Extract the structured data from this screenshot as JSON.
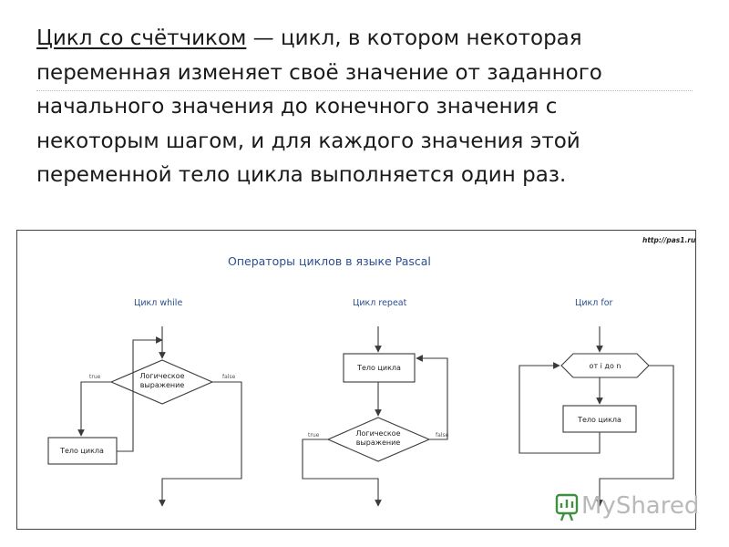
{
  "definition": {
    "term": "Цикл со счётчиком",
    "line1_rest": " — цикл, в котором некоторая",
    "line2": "переменная изменяет своё значение от заданного",
    "line3": "начального значения до конечного значения с",
    "line4": "некоторым шагом, и для каждого значения этой",
    "line5": "переменной тело цикла выполняется один раз."
  },
  "figure": {
    "title": "Операторы циклов в языке Pascal",
    "url": "http://pas1.ru",
    "while": {
      "title": "Цикл while",
      "condition_line1": "Логическое",
      "condition_line2": "выражение",
      "true_label": "true",
      "false_label": "false",
      "body": "Тело цикла"
    },
    "repeat": {
      "title": "Цикл repeat",
      "body": "Тело цикла",
      "condition_line1": "Логическое",
      "condition_line2": "выражение",
      "true_label": "true",
      "false_label": "false"
    },
    "for": {
      "title": "Цикл for",
      "header": "от i до n",
      "body": "Тело цикла"
    }
  },
  "watermark": {
    "text": "MyShared",
    "colors": {
      "icon": "#3e8f3e",
      "text": "#b9b9b9"
    }
  }
}
